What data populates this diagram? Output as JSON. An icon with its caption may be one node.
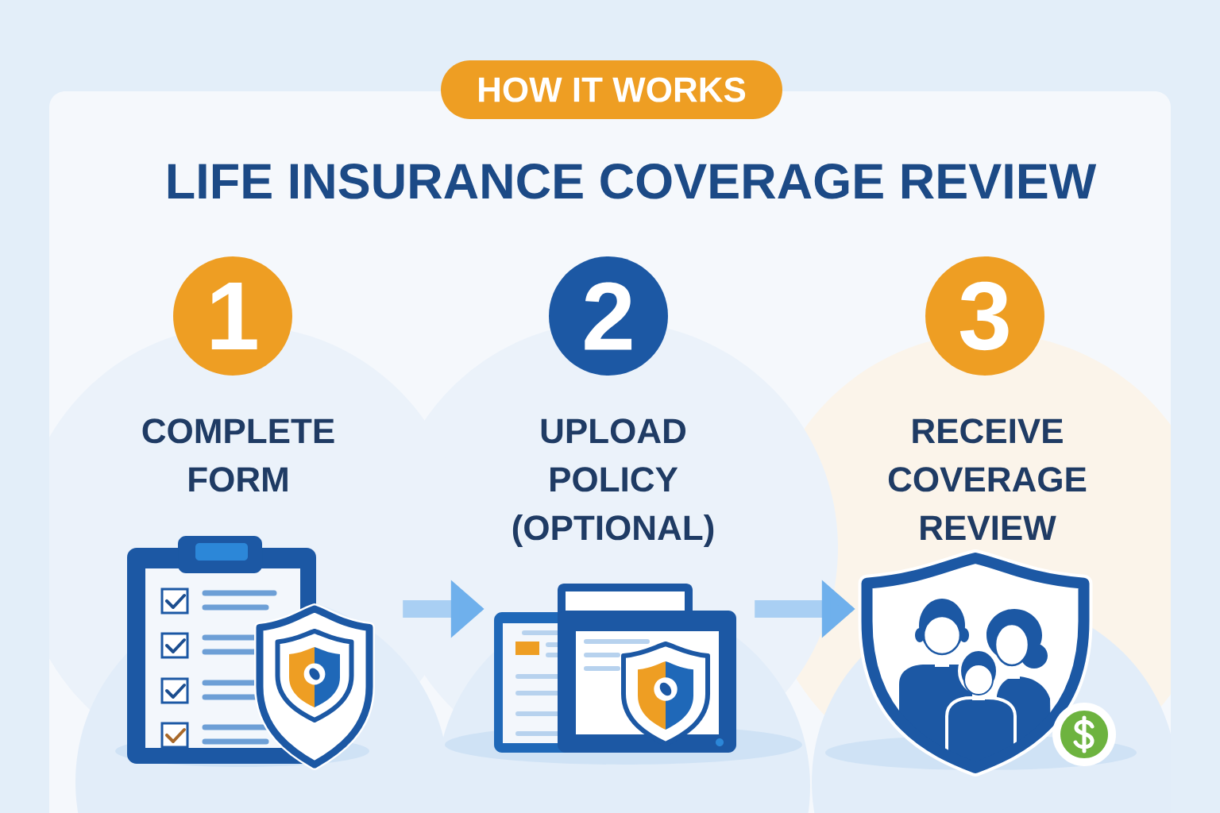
{
  "diagram": {
    "title": "LIFE INSURANCE COVERAGE REVIEW",
    "nodes": [
      {
        "text": [
          "HOW IT WORKS"
        ]
      },
      {
        "text": [
          "1"
        ]
      },
      {
        "text": [
          "2"
        ]
      },
      {
        "text": [
          "3"
        ]
      },
      {
        "text": [],
        "shape": "picture"
      },
      {
        "text": [],
        "shape": "picture"
      },
      {
        "text": [],
        "shape": "picture"
      }
    ],
    "edges": [
      {
        "from": 4,
        "to": 5,
        "arrow": "to"
      },
      {
        "from": 5,
        "to": 6,
        "arrow": "to"
      }
    ],
    "labels": [
      "COMPLETE FORM",
      "UPLOAD POLICY (OPTIONAL)",
      "RECEIVE COVERAGE REVIEW"
    ]
  }
}
